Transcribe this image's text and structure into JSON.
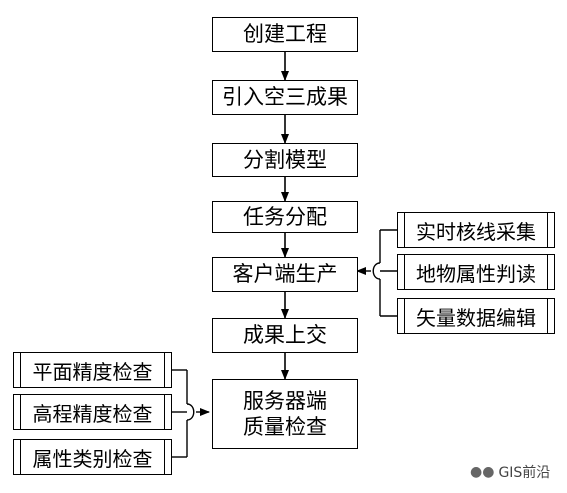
{
  "main_flow": {
    "steps": [
      {
        "id": "create",
        "label": "创建工程"
      },
      {
        "id": "import",
        "label": "引入空三成果"
      },
      {
        "id": "split",
        "label": "分割模型"
      },
      {
        "id": "assign",
        "label": "任务分配"
      },
      {
        "id": "client",
        "label": "客户端生产"
      },
      {
        "id": "submit",
        "label": "成果上交"
      },
      {
        "id": "server",
        "label_line1": "服务器端",
        "label_line2": "质量检查"
      }
    ]
  },
  "client_tasks": [
    {
      "label": "实时核线采集"
    },
    {
      "label": "地物属性判读"
    },
    {
      "label": "矢量数据编辑"
    }
  ],
  "quality_checks": [
    {
      "label": "平面精度检查"
    },
    {
      "label": "高程精度检查"
    },
    {
      "label": "属性类别检查"
    }
  ],
  "watermark": {
    "text": "GIS前沿",
    "icon": "wechat-icon"
  },
  "colors": {
    "stroke": "#000000",
    "fill": "#ffffff"
  }
}
